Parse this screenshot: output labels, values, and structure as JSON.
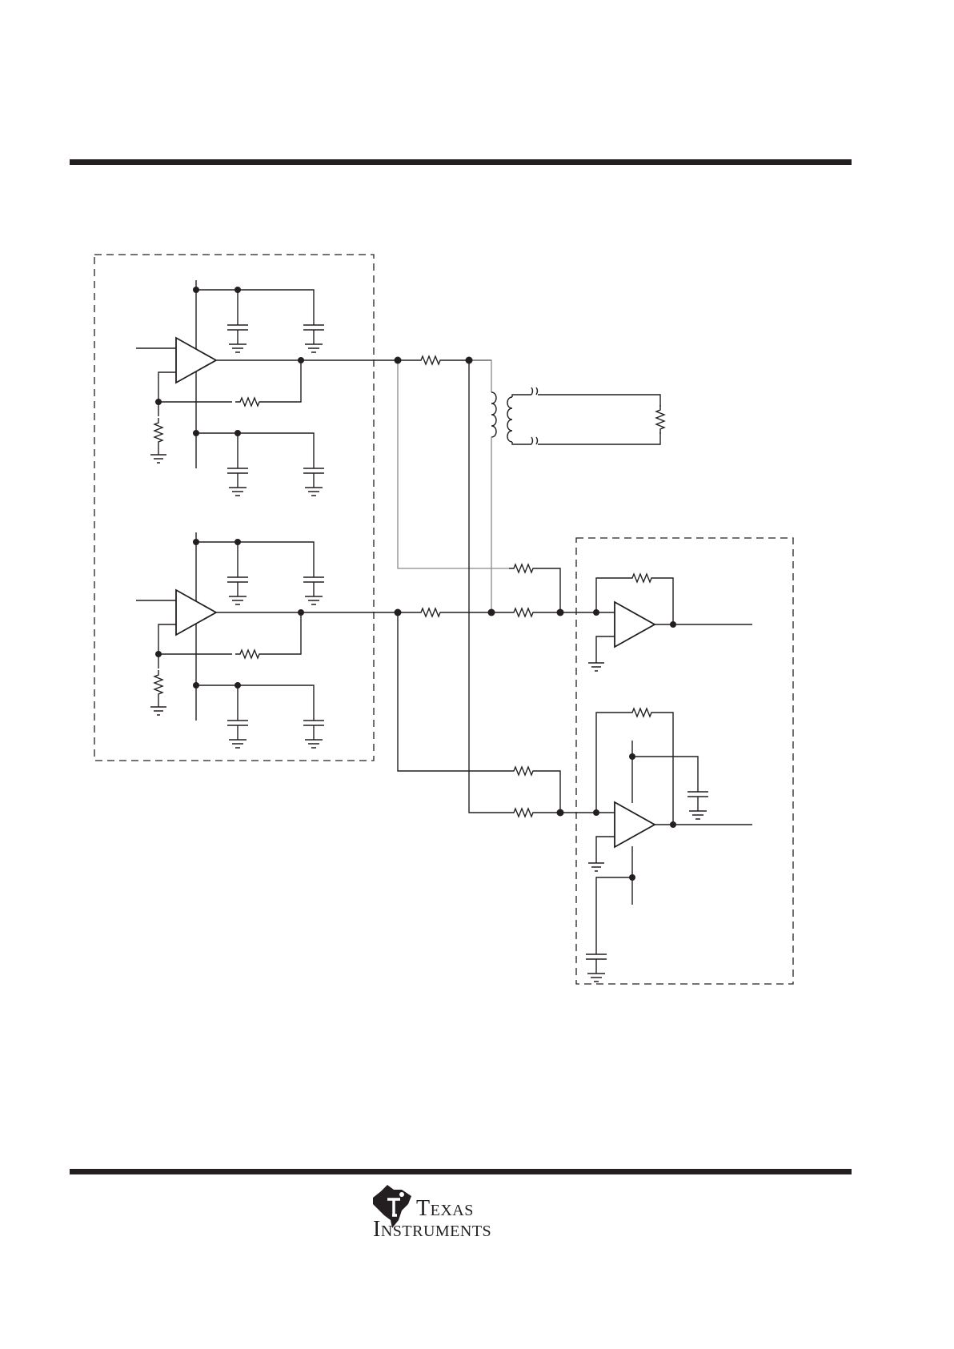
{
  "page": {
    "background": "#ffffff",
    "ink": "#231f20",
    "accent_gray": "#8a8a8a"
  },
  "footer": {
    "logo_line_1": "Texas",
    "logo_line_2": "Instruments",
    "logo_icon": "ti-state-logo-icon"
  },
  "schematic": {
    "blocks": [
      "driver-block",
      "receiver-block"
    ],
    "amplifiers": 4,
    "connectors": [
      "transformer",
      "load-resistor"
    ]
  }
}
